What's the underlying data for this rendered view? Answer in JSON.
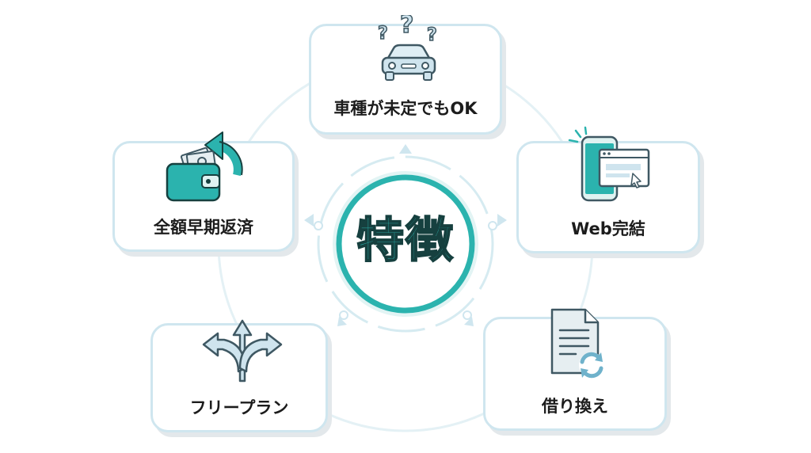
{
  "center": {
    "title": "特徴"
  },
  "features": [
    {
      "label": "車種が未定でもOK",
      "icon": "car-question-icon"
    },
    {
      "label": "Web完結",
      "icon": "smartphone-browser-icon"
    },
    {
      "label": "借り換え",
      "icon": "document-refresh-icon"
    },
    {
      "label": "フリープラン",
      "icon": "split-arrows-icon"
    },
    {
      "label": "全額早期返済",
      "icon": "wallet-return-icon"
    }
  ],
  "colors": {
    "accent": "#2bb3ae",
    "accent_dark": "#16403f",
    "card_border": "#cfe6ef",
    "ring": "#d6ebf1",
    "icon_fill": "#cfe4ee",
    "icon_stroke": "#3f5863",
    "wallet": "#2bb3ae"
  }
}
